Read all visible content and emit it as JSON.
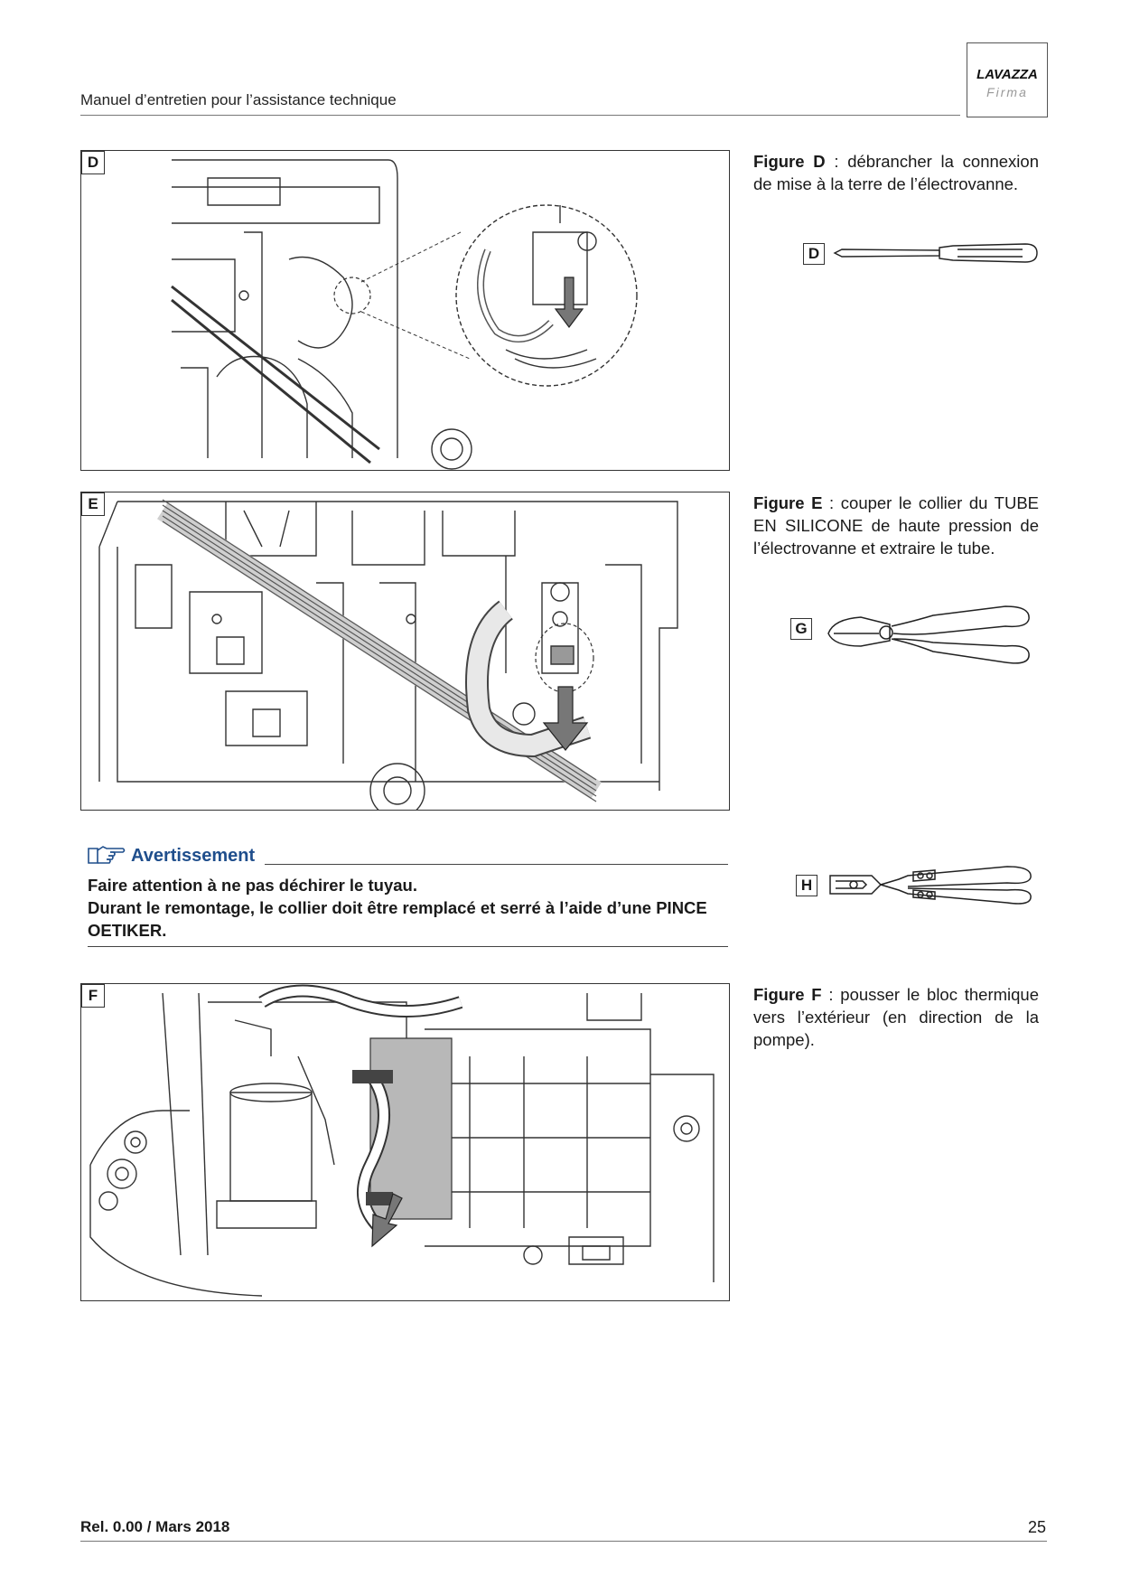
{
  "header": {
    "title": "Manuel d’entretien pour l’assistance technique",
    "logo_main": "LAVAZZA",
    "logo_sub": "Firma"
  },
  "figures": [
    {
      "label": "D",
      "caption_bold": "Figure D",
      "caption_rest": " : débrancher la connexion de mise à la terre de l’électrovanne.",
      "tool": {
        "label": "D",
        "icon": "screwdriver-icon"
      }
    },
    {
      "label": "E",
      "caption_bold": "Figure E",
      "caption_rest": " : couper le collier du TUBE EN SILICONE de haute pression de l’électrovanne et extraire le tube.",
      "tool": {
        "label": "G",
        "icon": "side-cutter-pliers-icon"
      }
    },
    {
      "label": "F",
      "caption_bold": "Figure F",
      "caption_rest": " : pousser le bloc thermique vers l’extérieur (en direction de la pompe).",
      "tool": null
    }
  ],
  "warning": {
    "icon": "pointing-hand-icon",
    "title": "Avertissement",
    "lines": [
      "Faire attention à ne pas déchirer le tuyau.",
      "Durant le remontage, le collier doit être remplacé et serré à l’aide d’une PINCE OETIKER."
    ],
    "tool": {
      "label": "H",
      "icon": "oetiker-pliers-icon"
    }
  },
  "footer": {
    "release": "Rel. 0.00 / Mars 2018",
    "page": "25"
  },
  "colors": {
    "warning_title": "#1f4e8c",
    "line_art": "#333333",
    "shading": "#b8b8b8"
  }
}
